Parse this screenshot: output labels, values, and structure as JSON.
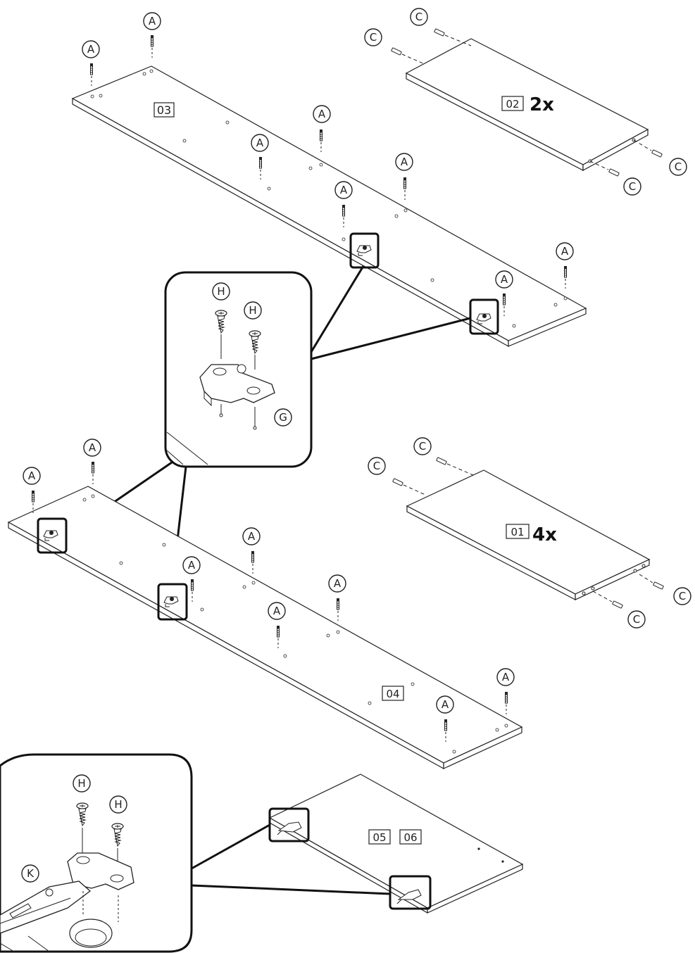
{
  "labels": {
    "part_dowel_screw": "A",
    "part_cam_dowel": "C",
    "part_hinge_plate": "G",
    "part_screw": "H",
    "part_hinge": "K"
  },
  "panels": {
    "p03": "03",
    "p02": "02",
    "p02_qty": "2x",
    "p01": "01",
    "p01_qty": "4x",
    "p04": "04",
    "p05": "05",
    "p06": "06"
  }
}
